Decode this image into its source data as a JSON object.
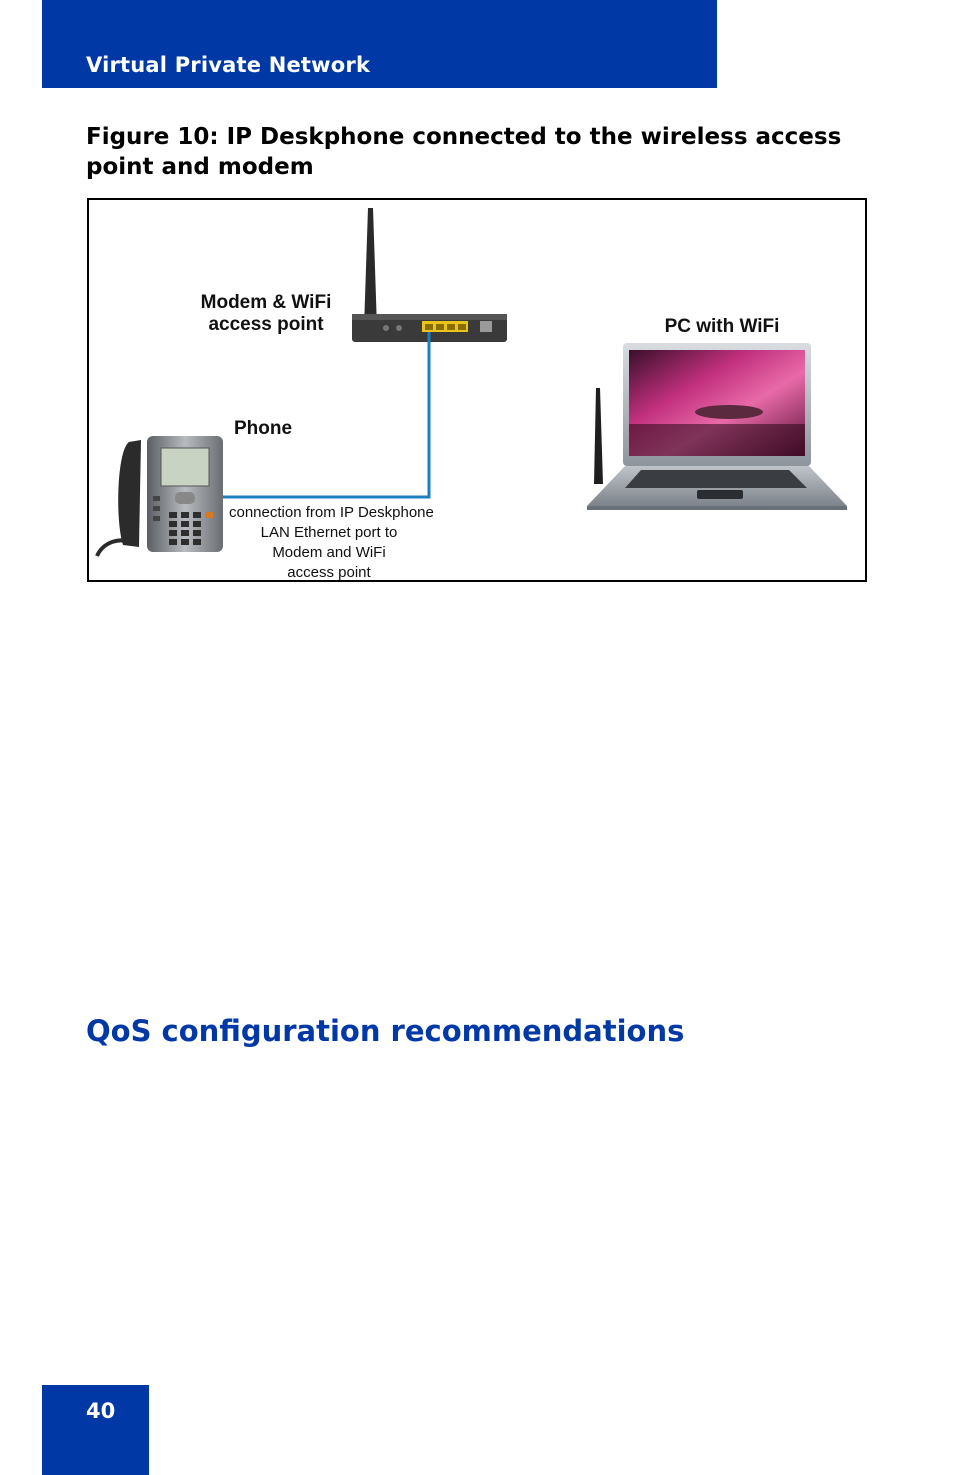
{
  "header": {
    "title": "Virtual Private Network"
  },
  "figure": {
    "caption_line1": "Figure 10: IP Deskphone connected to the wireless access",
    "caption_line2": "point and modem",
    "labels": {
      "modem_line1": "Modem & WiFi",
      "modem_line2": "access point",
      "pc": "PC with WiFi",
      "phone": "Phone",
      "note_line1_a": "connection from IP ",
      "note_line1_b": "Deskphone",
      "note_line2": "LAN Ethernet port to",
      "note_line3": "Modem and WiFi",
      "note_line4": "access point"
    },
    "colors": {
      "cable": "#1e7fc0",
      "brand_blue": "#0039a6"
    }
  },
  "section": {
    "heading": "QoS configuration recommendations"
  },
  "footer": {
    "page_number": "40"
  }
}
